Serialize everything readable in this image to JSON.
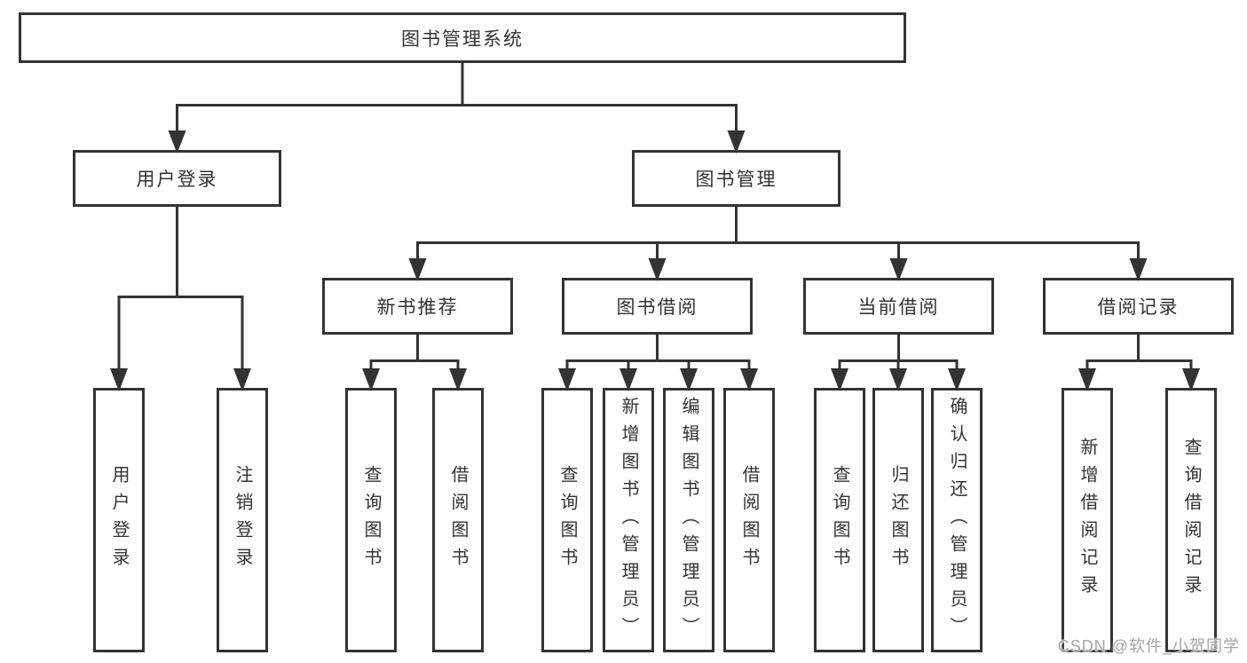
{
  "colors": {
    "line": "#333333",
    "text": "#333333",
    "box_background": "#ffffff",
    "page_background": "#ffffff",
    "watermark": "#a5a5aa"
  },
  "diagram": {
    "root": {
      "label": "图书管理系统"
    },
    "level2": {
      "user_login": {
        "label": "用户登录"
      },
      "book_mgmt": {
        "label": "图书管理"
      }
    },
    "level3": {
      "new_books": {
        "label": "新书推荐"
      },
      "book_borrow": {
        "label": "图书借阅"
      },
      "current_borrow": {
        "label": "当前借阅"
      },
      "borrow_records": {
        "label": "借阅记录"
      }
    },
    "leaves": {
      "user_login": [
        {
          "label": "用户登录"
        },
        {
          "label": "注销登录"
        }
      ],
      "new_books": [
        {
          "label": "查询图书"
        },
        {
          "label": "借阅图书"
        }
      ],
      "book_borrow": [
        {
          "label": "查询图书"
        },
        {
          "label": "新增图书（管理员）"
        },
        {
          "label": "编辑图书（管理员）"
        },
        {
          "label": "借阅图书"
        }
      ],
      "current_borrow": [
        {
          "label": "查询图书"
        },
        {
          "label": "归还图书"
        },
        {
          "label": "确认归还（管理员）"
        }
      ],
      "borrow_records": [
        {
          "label": "新增借阅记录"
        },
        {
          "label": "查询借阅记录"
        }
      ]
    }
  },
  "watermark": {
    "text": "CSDN @软件_小贺同学"
  }
}
